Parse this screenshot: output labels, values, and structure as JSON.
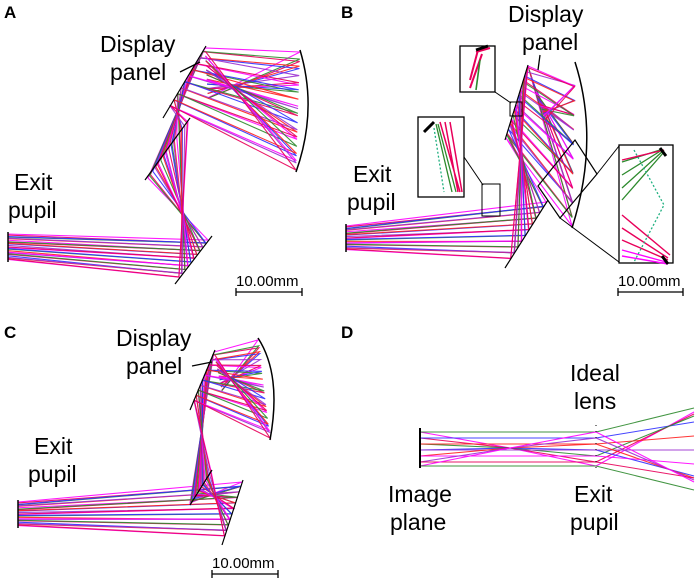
{
  "figure": {
    "panels": [
      {
        "id": "A",
        "letter": "A",
        "labels": {
          "display": [
            "Display",
            "panel"
          ],
          "exit": [
            "Exit",
            "pupil"
          ]
        },
        "scale": "10.00mm"
      },
      {
        "id": "B",
        "letter": "B",
        "labels": {
          "display": [
            "Display",
            "panel"
          ],
          "exit": [
            "Exit",
            "pupil"
          ]
        },
        "scale": "10.00mm"
      },
      {
        "id": "C",
        "letter": "C",
        "labels": {
          "display": [
            "Display",
            "panel"
          ],
          "exit": [
            "Exit",
            "pupil"
          ]
        },
        "scale": "10.00mm"
      },
      {
        "id": "D",
        "letter": "D",
        "labels": {
          "lens": [
            "Ideal",
            "lens"
          ],
          "image": [
            "Image",
            "plane"
          ],
          "exit": [
            "Exit",
            "pupil"
          ]
        }
      }
    ],
    "ray_colors": [
      "#ff00ff",
      "#e8005a",
      "#2d8a2d",
      "#3030ff",
      "#ff2020",
      "#9b30d0"
    ],
    "dashed_color": "#20b080"
  }
}
